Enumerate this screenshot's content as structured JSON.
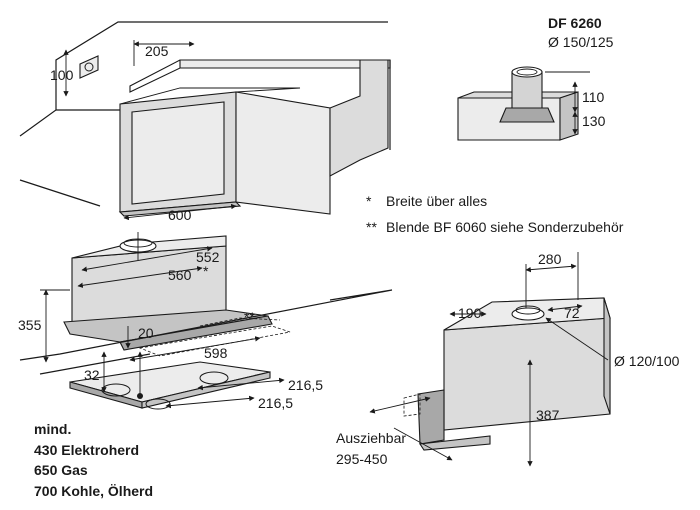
{
  "dimensions": {
    "d205": "205",
    "d100": "100",
    "d600": "600",
    "d552": "552",
    "d560": "560",
    "star": "*",
    "d355": "355",
    "d20": "20",
    "d598": "598",
    "starstar": "**",
    "d32": "32",
    "d216a": "216,5",
    "d216b": "216,5",
    "d110": "110",
    "d130": "130",
    "d280": "280",
    "d190": "190",
    "d72": "72",
    "d387": "387",
    "dia": "Ø 120/100"
  },
  "accessory": {
    "model": "DF 6260",
    "diameter": "Ø 150/125"
  },
  "notes": {
    "note1_mark": "*",
    "note1_text": "Breite über alles",
    "note2_mark": "**",
    "note2_text": "Blende BF 6060 siehe Sonderzubehör"
  },
  "extendable": {
    "label": "Ausziehbar",
    "range": "295-450"
  },
  "min_distance": {
    "title": "mind.",
    "line1": "430 Elektroherd",
    "line2": "650 Gas",
    "line3": "700 Kohle, Ölherd"
  }
}
